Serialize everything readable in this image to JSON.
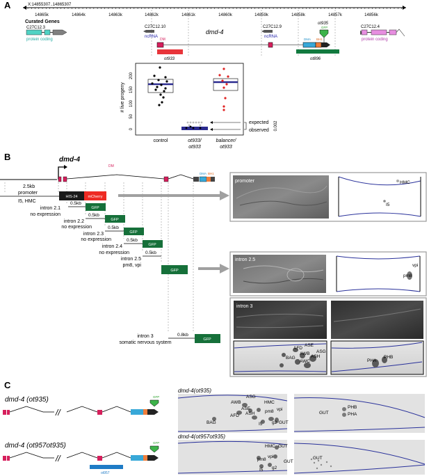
{
  "panelA": {
    "label": "A",
    "coords": "X:14855307..14865307",
    "ticks": [
      "14865k",
      "14864k",
      "14863k",
      "14862k",
      "14861k",
      "14860k",
      "14859k",
      "14858k",
      "14857k",
      "14856k"
    ],
    "curated_genes": "Curated Genes",
    "gene_c27c123": "C27C12.3",
    "protein_coding_left": "protein coding",
    "gene_c27c1210": "C27C12.10",
    "ncrna_left": "ncRNA",
    "gene_dmd4": "dmd-4",
    "gene_c27c129": "C27C12.9",
    "ncrna_right": "ncRNA",
    "ot935": "ot935",
    "gfp": "GFP",
    "dma": "DMA",
    "bh1": "BH1",
    "dm": "DM",
    "ot933_bar": "ot933",
    "ot896": "ot896",
    "gene_c27c124": "C27C12.4",
    "protein_coding_right": "protein coding",
    "chart": {
      "ylabel": "# live progeny",
      "yticks": [
        "0",
        "50",
        "100",
        "150",
        "200"
      ],
      "categories": [
        "control",
        "ot933/\not933",
        "balancer/\not933"
      ],
      "expected": "expected",
      "observed": "observed",
      "pval": "0.002"
    }
  },
  "panelB": {
    "label": "B",
    "gene": "dmd-4",
    "dm": "DM",
    "dma": "DMA",
    "bh1": "BH1",
    "promoter_size": "2.5kb",
    "promoter": "promoter",
    "i5_hmc": "I5, HMC",
    "his24": "HIS-24",
    "mcherry": "mCherry",
    "rows": [
      {
        "name": "intron 2.1",
        "size": "0.5kb",
        "expr": "no expression",
        "gfp": "GFP"
      },
      {
        "name": "intron 2.2",
        "size": "0.5kb",
        "expr": "no expression",
        "gfp": "GFP"
      },
      {
        "name": "intron 2.3",
        "size": "0.5kb",
        "expr": "no expression",
        "gfp": "GFP"
      },
      {
        "name": "intron 2.4",
        "size": "0.5kb",
        "expr": "no expression",
        "gfp": "GFP"
      },
      {
        "name": "intron 2.5",
        "size": "0.5kb",
        "expr": "pm8, vpi",
        "gfp": "GFP"
      },
      {
        "name": "intron 3",
        "size": "0.8kb",
        "expr": "somatic nervous system",
        "gfp": "GFP"
      }
    ],
    "img_promoter": "promoter",
    "hmc": "HMC",
    "i5": "I5",
    "img_intron25": "intron 2.5",
    "vpi": "vpi",
    "pm8": "pm8",
    "img_intron3": "intron 3",
    "ase": "ASE",
    "afd": "AFD",
    "awb": "AWB",
    "asg": "ASG",
    "bag": "BAG",
    "ash": "ASH",
    "awc": "AWC",
    "phb": "PHB",
    "pha": "PHA"
  },
  "panelC": {
    "label": "C",
    "allele1": "dmd-4 (ot935)",
    "allele2": "dmd-4 (ot957ot935)",
    "gfp": "GFP",
    "ot957": "ot957",
    "img1_title": "dmd-4(ot935)",
    "img2_title": "dmd-4(ot957ot935)",
    "asg": "ASG",
    "awb": "AWB",
    "ase": "ASE",
    "hmc": "HMC",
    "afd": "AFD",
    "ash": "ASH",
    "pm8": "pm8",
    "vpi": "vpi",
    "bag": "BAG",
    "i5": "I5",
    "g2": "g2",
    "gut": "GUT",
    "phb": "PHB",
    "pha": "PHA",
    "hmc2": "HMC",
    "gut2": "GUT",
    "pm8b": "pm8",
    "vpi2": "vpi",
    "i5b": "I5",
    "g2b": "g2",
    "gut3": "GUT",
    "gut4": "GUT"
  }
}
